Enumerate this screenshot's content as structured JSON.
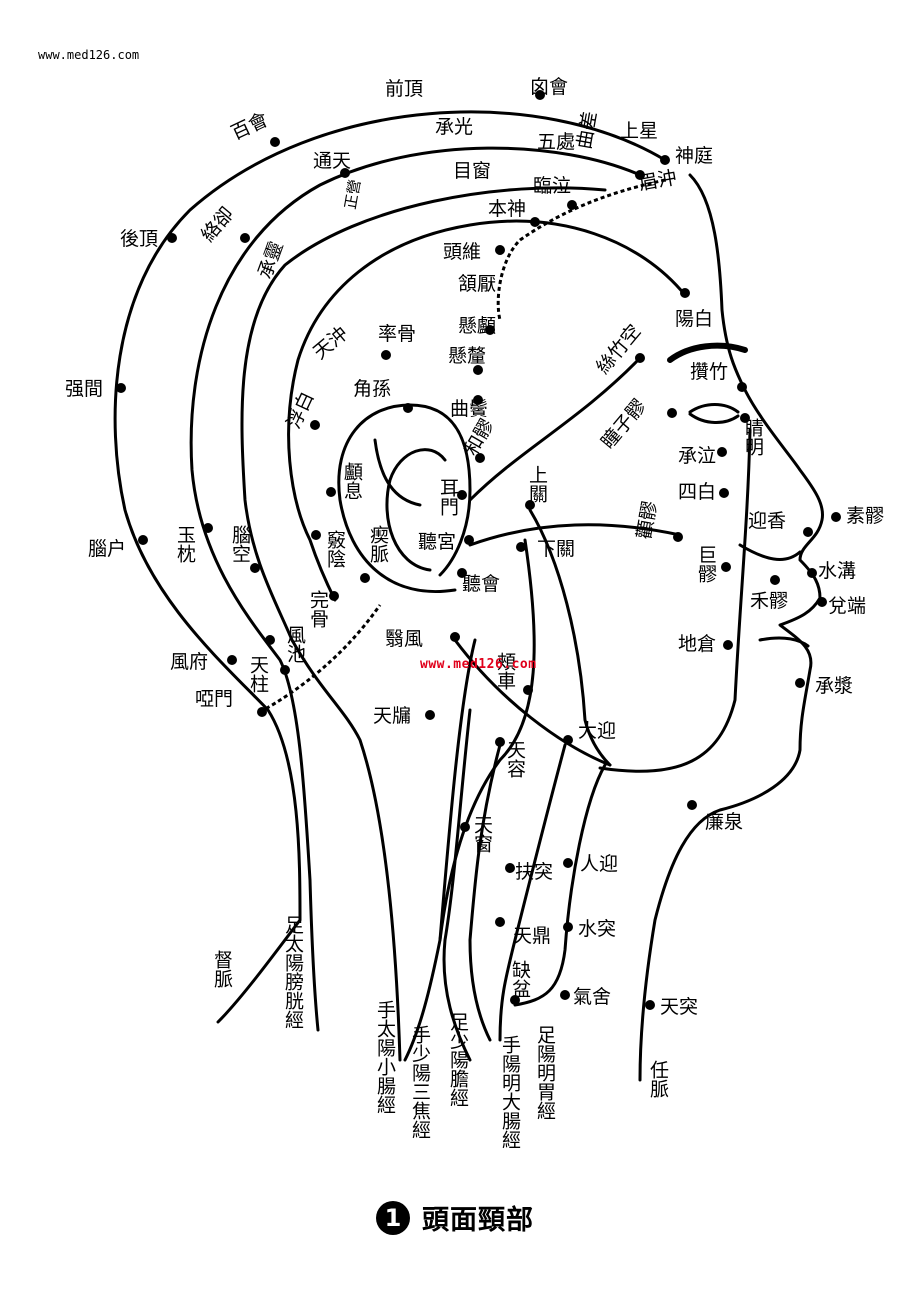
{
  "watermark_top": "www.med126.com",
  "watermark_mid": "www.med126.com",
  "caption": {
    "number": "1",
    "title": "頭面頸部"
  },
  "points": {
    "qianding": "前頂",
    "baihui": "百會",
    "xinhui": "囟會",
    "shangxing": "上星",
    "shenting": "神庭",
    "chengguang": "承光",
    "wuchu": "五處",
    "qucha": "曲差",
    "meichong": "眉沖",
    "tongtian": "通天",
    "muchuang": "目窗",
    "linqi": "臨泣",
    "zhengying": "正營",
    "benshen": "本神",
    "luoque": "絡卻",
    "houding": "後頂",
    "chengling": "承靈",
    "touwei": "頭維",
    "hanyan": "頷厭",
    "xuanlu": "懸顱",
    "xuanli": "懸釐",
    "yangbai": "陽白",
    "sizhukong": "絲竹空",
    "cuanzhu": "攢竹",
    "jingming": "睛明",
    "tongziliao": "瞳子髎",
    "qiangjian": "强間",
    "tianchong": "天沖",
    "shuaigu": "率骨",
    "fubai": "浮白",
    "jiaosun": "角孫",
    "qubin": "曲鬢",
    "heliao": "和髎",
    "chengqi": "承泣",
    "sibai": "四白",
    "luxi": "顱息",
    "ermen": "耳門",
    "shangguan": "上關",
    "quanliao": "顴髎",
    "yingxiang": "迎香",
    "suliao": "素髎",
    "naohu": "腦户",
    "yuzhen": "玉枕",
    "naokong": "腦空",
    "qiaoyin": "竅陰",
    "chimai": "瘈脈",
    "tinggong": "聽宮",
    "xiaguan": "下關",
    "juliao": "巨髎",
    "shuigou": "水溝",
    "tinghui": "聽會",
    "wangu": "完骨",
    "heliao2": "禾髎",
    "duiduan": "兌端",
    "yifeng": "翳風",
    "dicang": "地倉",
    "fengfu": "風府",
    "tianzhu": "天柱",
    "fengchi": "風池",
    "jiache": "頰車",
    "chengjiang": "承漿",
    "yamen": "啞門",
    "tianyou": "天牖",
    "daying": "大迎",
    "tianrong": "天容",
    "lianquan": "廉泉",
    "tianchuang": "天窗",
    "futu": "扶突",
    "renying": "人迎",
    "tianding": "天鼎",
    "shuitu": "水突",
    "quepen": "缺盆",
    "qishe": "氣舍",
    "tiantu": "天突"
  },
  "meridians": {
    "du": "督脈",
    "bladder": "足太陽膀胱經",
    "small_intestine": "手太陽小腸經",
    "sanjiao": "手少陽三焦經",
    "gallbladder": "足少陽膽經",
    "large_intestine": "手陽明大腸經",
    "stomach": "足陽明胃經",
    "ren": "任脈"
  }
}
